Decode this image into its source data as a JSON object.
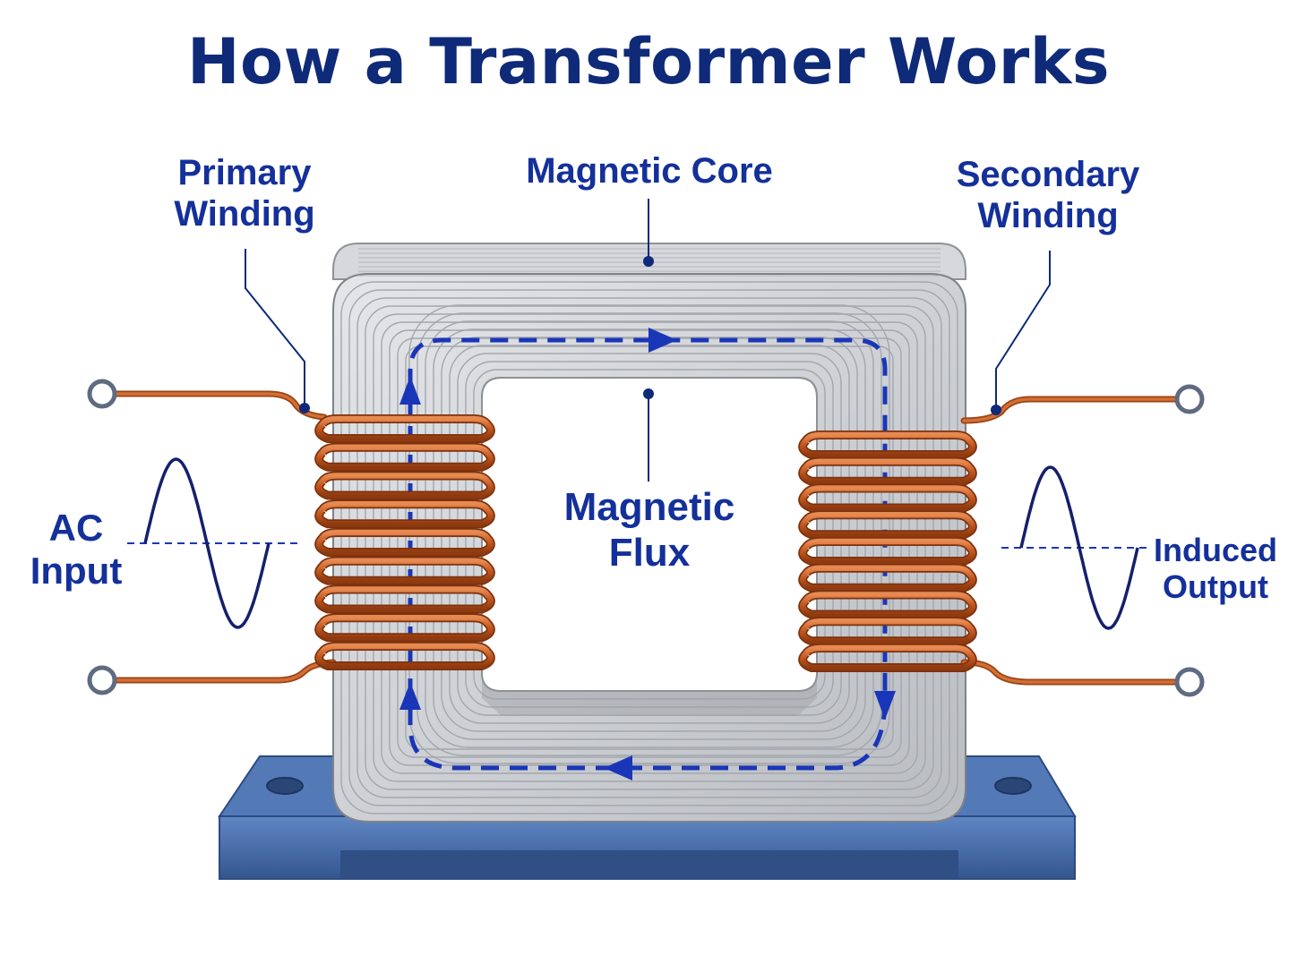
{
  "title": "How a Transformer Works",
  "labels": {
    "primary_winding": [
      "Primary",
      "Winding"
    ],
    "magnetic_core": "Magnetic Core",
    "secondary_winding": [
      "Secondary",
      "Winding"
    ],
    "magnetic_flux": [
      "Magnetic",
      "Flux"
    ],
    "ac_input": [
      "AC",
      "Input"
    ],
    "induced_output": [
      "Induced",
      "Output"
    ]
  },
  "colors": {
    "title": "#0e2a78",
    "label": "#14309a",
    "flux_arrow": "#1a36b8",
    "copper": "#c2571f",
    "core": "#c9cbce",
    "base": "#3f66a6"
  },
  "primary_turns": 9,
  "secondary_turns": 9
}
